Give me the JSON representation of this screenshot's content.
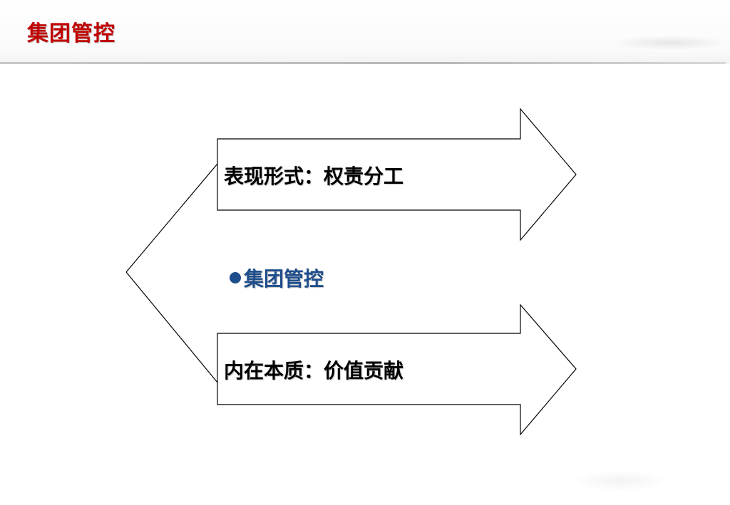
{
  "header": {
    "title": "集团管控",
    "title_color": "#c00000"
  },
  "diagram": {
    "top_arrow_label": "表现形式：权责分工",
    "center_label": "集团管控",
    "bottom_arrow_label": "内在本质：价值贡献",
    "center_color": "#1f4e8c",
    "stroke_color": "#000000"
  }
}
